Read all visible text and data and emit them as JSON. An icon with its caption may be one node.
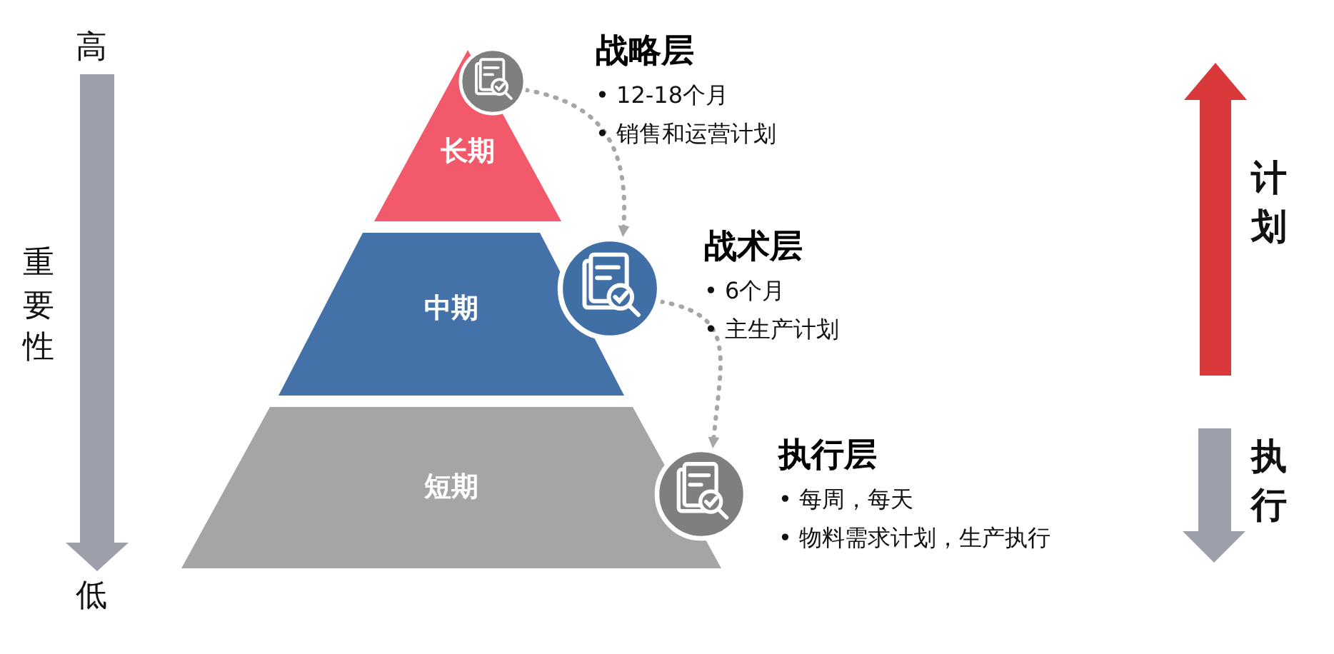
{
  "diagram": {
    "nodes": [
      {
        "text": [
          "长期"
        ]
      },
      {
        "text": [
          "中期"
        ]
      },
      {
        "text": [
          "短期"
        ]
      },
      {
        "text": [],
        "shape": "circle",
        "beside": [
          "战略层",
          "• 12-18个月",
          "• 销售和运营计划"
        ]
      },
      {
        "text": [],
        "shape": "circle",
        "beside": [
          "战术层",
          "• 6个月",
          "• 主生产计划"
        ]
      },
      {
        "text": [],
        "shape": "circle",
        "beside": [
          "执行层",
          "• 每周，每天",
          "• 物料需求计划，生产执行"
        ]
      }
    ],
    "edges": [
      {
        "from": 3,
        "to": 4,
        "arrow": "to",
        "style": "dashed"
      },
      {
        "from": 4,
        "to": 5,
        "arrow": "to",
        "style": "dashed"
      }
    ],
    "labels": [
      "高",
      "重要性",
      "低",
      "计划",
      "执行"
    ]
  }
}
